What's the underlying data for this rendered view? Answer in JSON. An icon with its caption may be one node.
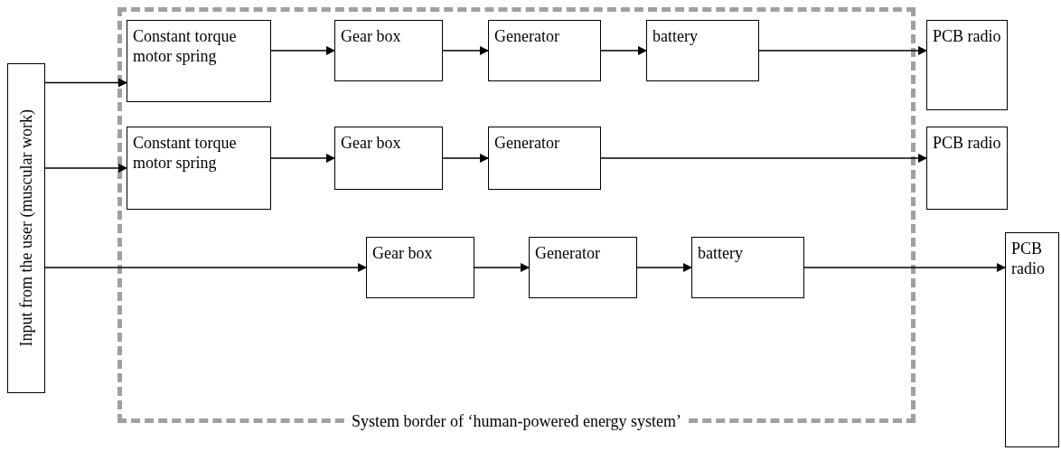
{
  "diagram": {
    "nodes": [
      {
        "text": [
          "Input from the user (muscular work)"
        ]
      },
      {
        "text": [
          "System border of ‘human-powered energy system’"
        ]
      },
      {
        "text": [
          "Constant torque motor spring"
        ],
        "in": 1
      },
      {
        "text": [
          "Gear box"
        ],
        "in": 1
      },
      {
        "text": [
          "Generator"
        ],
        "in": 1
      },
      {
        "text": [
          "battery"
        ],
        "in": 1
      },
      {
        "text": [
          "PCB radio"
        ]
      },
      {
        "text": [
          "Constant torque motor spring"
        ],
        "in": 1
      },
      {
        "text": [
          "Gear box"
        ],
        "in": 1
      },
      {
        "text": [
          "Generator"
        ],
        "in": 1
      },
      {
        "text": [
          "PCB radio"
        ]
      },
      {
        "text": [
          "Gear box"
        ],
        "in": 1
      },
      {
        "text": [
          "Generator"
        ],
        "in": 1
      },
      {
        "text": [
          "battery"
        ],
        "in": 1
      },
      {
        "text": [
          "PCB radio"
        ]
      }
    ],
    "edges": [
      {
        "from": 0,
        "to": 2,
        "arrow": "to"
      },
      {
        "from": 2,
        "to": 3,
        "arrow": "to"
      },
      {
        "from": 3,
        "to": 4,
        "arrow": "to"
      },
      {
        "from": 4,
        "to": 5,
        "arrow": "to"
      },
      {
        "from": 5,
        "to": 6,
        "arrow": "to"
      },
      {
        "from": 0,
        "to": 7,
        "arrow": "to"
      },
      {
        "from": 7,
        "to": 8,
        "arrow": "to"
      },
      {
        "from": 8,
        "to": 9,
        "arrow": "to"
      },
      {
        "from": 9,
        "to": 10,
        "arrow": "to"
      },
      {
        "from": 0,
        "to": 11,
        "arrow": "to"
      },
      {
        "from": 11,
        "to": 12,
        "arrow": "to"
      },
      {
        "from": 12,
        "to": 13,
        "arrow": "to"
      },
      {
        "from": 13,
        "to": 14,
        "arrow": "to"
      }
    ]
  }
}
